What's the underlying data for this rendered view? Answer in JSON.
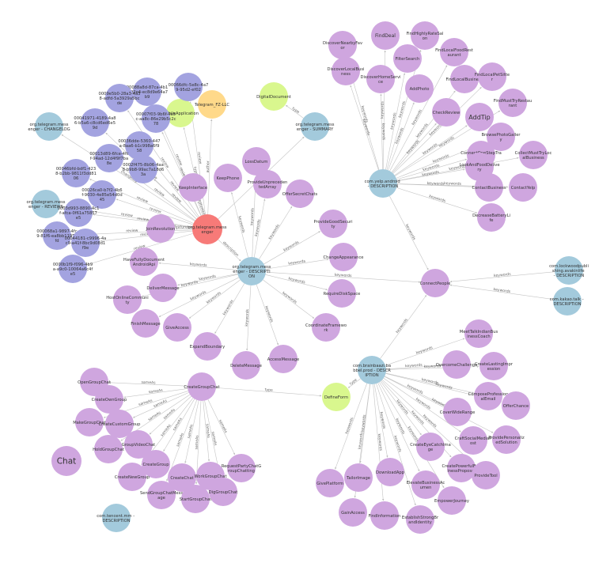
{
  "colors": {
    "entity": "#cfa6df",
    "hub": "#a3cadc",
    "center": "#f77a78",
    "document": "#d9f78e",
    "source": "#ffd98a",
    "hash": "#a3a3e0",
    "edge": "#c4c4c4",
    "edge_label": "#666666"
  },
  "nodes": [
    {
      "id": "tg",
      "label": "org.telegram.messenger",
      "type": "center"
    },
    {
      "id": "tgdesc",
      "label": "org.telegram.messenger - DESCRIPTION",
      "type": "hub"
    },
    {
      "id": "tgsum",
      "label": "org.telegram.messenger - SUMMARY",
      "type": "hub"
    },
    {
      "id": "tgchg",
      "label": "org.telegram.messenger - CHANGELOG",
      "type": "hub"
    },
    {
      "id": "tgrev",
      "label": "org.telegram.messenger - REVIEWS",
      "type": "hub"
    },
    {
      "id": "digdoc",
      "label": "DigitalDocument",
      "type": "document"
    },
    {
      "id": "mobapp",
      "label": "MobileApplication",
      "type": "document"
    },
    {
      "id": "tgfz",
      "label": "Telegram_FZ-LLC",
      "type": "source"
    },
    {
      "id": "h1",
      "label": "00088a8d-87ca-4b1e-92e4-ec8d9e64a7b9",
      "type": "hash"
    },
    {
      "id": "h2",
      "label": "00066dfc-5e8c-4a79-95d2-ef02",
      "type": "hash"
    },
    {
      "id": "h3",
      "label": "0009e5b0-28a3-4a38-adfd-5a3929a5bcde",
      "type": "hash"
    },
    {
      "id": "h4",
      "label": "00007f03-9b6f-4a3c-aa8c-86e29b5c2c78",
      "type": "hash"
    },
    {
      "id": "h5",
      "label": "00041971-4189-4a86-b5a6-c8cd6ed6e59d",
      "type": "hash"
    },
    {
      "id": "h6",
      "label": "00036dde-5360-447a-8aa6-b1c998a6f958",
      "type": "hash"
    },
    {
      "id": "h7",
      "label": "00013d89-6fce-4fcf-94ad-12d4f9f7ba8e",
      "type": "hash"
    },
    {
      "id": "h8",
      "label": "0002f475-8b06-4aa8-b9b8-99ac7a18d63a",
      "type": "hash"
    },
    {
      "id": "h9",
      "label": "00046bfd-bdf1-4238-b2bb-9811f3dd8106",
      "type": "hash"
    },
    {
      "id": "h10",
      "label": "00026ca0-b7f2-4b6f-9030-4e85e54d0d45",
      "type": "hash"
    },
    {
      "id": "h11",
      "label": "0003d993-8890-4c1f-afca-0f61a75857e5",
      "type": "hash"
    },
    {
      "id": "h12",
      "label": "000068a1-9897-4fc9-81f6-ea8bb11970fd",
      "type": "hash"
    },
    {
      "id": "h13",
      "label": "00044181-c9996-4ac9-a41f-8bc9d08d1f9e",
      "type": "hash"
    },
    {
      "id": "h14",
      "label": "0000b1f9-f096-4b9a-a9c0-10064a6c4fe5",
      "type": "hash"
    },
    {
      "id": "joinrev",
      "label": "JoinRevolution",
      "type": "entity"
    },
    {
      "id": "keepint",
      "label": "KeepInterface",
      "type": "entity"
    },
    {
      "id": "keepphone",
      "label": "KeepPhone",
      "type": "entity"
    },
    {
      "id": "lossdatum",
      "label": "LossDatum",
      "type": "entity"
    },
    {
      "id": "provarray",
      "label": "ProvideUnprecedentedArray",
      "type": "entity"
    },
    {
      "id": "offersecret",
      "label": "OfferSecretChats",
      "type": "entity"
    },
    {
      "id": "provgood",
      "label": "ProvideGoodSecurity",
      "type": "entity"
    },
    {
      "id": "changeapp",
      "label": "ChangeAppearance",
      "type": "entity"
    },
    {
      "id": "reqdisk",
      "label": "RequireDiskSpace",
      "type": "entity"
    },
    {
      "id": "coordframe",
      "label": "CoordinateFramework",
      "type": "entity"
    },
    {
      "id": "accessmsg",
      "label": "AccessMessage",
      "type": "entity"
    },
    {
      "id": "deletemsg",
      "label": "DeleteMessage",
      "type": "entity"
    },
    {
      "id": "expandbound",
      "label": "ExpandBoundary",
      "type": "entity"
    },
    {
      "id": "giveaccess",
      "label": "GiveAccess",
      "type": "entity"
    },
    {
      "id": "finishmsg",
      "label": "FinishMessage",
      "type": "entity"
    },
    {
      "id": "hostcomm",
      "label": "HostOnlineCommunity",
      "type": "entity"
    },
    {
      "id": "delivermsg",
      "label": "DeliverMessage",
      "type": "entity"
    },
    {
      "id": "havefully",
      "label": "HaveFullyDocumentAndroidApi",
      "type": "entity"
    },
    {
      "id": "yelp",
      "label": "com.yelp.android - DESCRIPTION",
      "type": "hub"
    },
    {
      "id": "findneighbor",
      "label": "DiscoverNearbyFavor",
      "type": "entity"
    },
    {
      "id": "finddeal",
      "label": "FindDeal",
      "type": "entity"
    },
    {
      "id": "findhigh",
      "label": "FindHighlyRateSalon",
      "type": "entity"
    },
    {
      "id": "findlocal1",
      "label": "FindLocalFoodRestaurant",
      "type": "entity"
    },
    {
      "id": "discoverlocal",
      "label": "DiscoverLocalBusiness",
      "type": "entity"
    },
    {
      "id": "filtersearch",
      "label": "FilterSearch",
      "type": "entity"
    },
    {
      "id": "discoverhome",
      "label": "DiscoverHomeService",
      "type": "entity"
    },
    {
      "id": "addphoto",
      "label": "AddPhoto",
      "type": "entity"
    },
    {
      "id": "findlocalbiz",
      "label": "FindLocalBusiness",
      "type": "entity"
    },
    {
      "id": "findlocalbet",
      "label": "FindLocalPetSitter",
      "type": "entity"
    },
    {
      "id": "checkreview",
      "label": "CheckReview",
      "type": "entity"
    },
    {
      "id": "addtip",
      "label": "AddTip",
      "type": "entity"
    },
    {
      "id": "findmust",
      "label": "FindMustTryRestaurant",
      "type": "entity"
    },
    {
      "id": "browsephoto",
      "label": "BrowsePhotoGallery",
      "type": "entity"
    },
    {
      "id": "connectone",
      "label": "ConnectOneStepTravel",
      "type": "entity"
    },
    {
      "id": "collectmust",
      "label": "CollectMustTryLocalBusiness",
      "type": "entity"
    },
    {
      "id": "lookdelivery",
      "label": "LookAndFoodDelivery",
      "type": "entity"
    },
    {
      "id": "contactbiz",
      "label": "ContactBusiness",
      "type": "entity"
    },
    {
      "id": "contactyelp",
      "label": "ContactYelp",
      "type": "entity"
    },
    {
      "id": "decbattery",
      "label": "DecreaseBatteryLife",
      "type": "entity"
    },
    {
      "id": "connectpeople",
      "label": "ConnectPeople",
      "type": "entity"
    },
    {
      "id": "lockwood",
      "label": "com.lockwoodpublishing.avakinlife - DESCRIPTION",
      "type": "hub"
    },
    {
      "id": "kakao",
      "label": "com.kakao.talk - DESCRIPTION",
      "type": "hub"
    },
    {
      "id": "babbel",
      "label": "com.brainbaazi.babbel.prod - DESCRIPTION",
      "type": "hub"
    },
    {
      "id": "defineform",
      "label": "DefineForm",
      "type": "document"
    },
    {
      "id": "meetcoach",
      "label": "MeetTalkIndianBusinessCoach",
      "type": "entity"
    },
    {
      "id": "overcomechal",
      "label": "OvercomeChallenge",
      "type": "entity"
    },
    {
      "id": "createlasting",
      "label": "CreateLastingImpression",
      "type": "entity"
    },
    {
      "id": "composeemail",
      "label": "ComposeProfessionalEmail",
      "type": "entity"
    },
    {
      "id": "coverwide",
      "label": "CoverWideRange",
      "type": "entity"
    },
    {
      "id": "offerchance",
      "label": "OfferChance",
      "type": "entity"
    },
    {
      "id": "craftsocial",
      "label": "CraftSocialMediaPost",
      "type": "entity"
    },
    {
      "id": "providesol",
      "label": "ProvidePersonalizedSolution",
      "type": "entity"
    },
    {
      "id": "createeye",
      "label": "CreateEyeCatchImage",
      "type": "entity"
    },
    {
      "id": "createpower",
      "label": "CreatePowerfulBusinessProposal",
      "type": "entity"
    },
    {
      "id": "providetool",
      "label": "ProvideTool",
      "type": "entity"
    },
    {
      "id": "downloadapp",
      "label": "DownloadApp",
      "type": "entity"
    },
    {
      "id": "elevatebiz",
      "label": "ElevateBusinessAcumen",
      "type": "entity"
    },
    {
      "id": "empower",
      "label": "EmpowerJourney",
      "type": "entity"
    },
    {
      "id": "establish",
      "label": "EstablishStrongBrandIdentity",
      "type": "entity"
    },
    {
      "id": "findinfo",
      "label": "FindInformation",
      "type": "entity"
    },
    {
      "id": "gainaccess",
      "label": "GainAccess",
      "type": "entity"
    },
    {
      "id": "tailorimage",
      "label": "TailorImage",
      "type": "entity"
    },
    {
      "id": "giveplatform",
      "label": "GivePlatform",
      "type": "entity"
    },
    {
      "id": "creategroup",
      "label": "CreateGroupChat",
      "type": "entity"
    },
    {
      "id": "opengroup",
      "label": "OpenGroupChat",
      "type": "entity"
    },
    {
      "id": "createown",
      "label": "CreateOwnGroup",
      "type": "entity"
    },
    {
      "id": "makegroup",
      "label": "MakeGroupChat",
      "type": "entity"
    },
    {
      "id": "createcustom",
      "label": "CreateCustomGroup",
      "type": "entity"
    },
    {
      "id": "holdgroup",
      "label": "HoldGroupChat",
      "type": "entity"
    },
    {
      "id": "chat",
      "label": "Chat",
      "type": "entity"
    },
    {
      "id": "groupvideo",
      "label": "GroupVideoChat",
      "type": "entity"
    },
    {
      "id": "creategroup2",
      "label": "CreateGroup",
      "type": "entity"
    },
    {
      "id": "createnew",
      "label": "CreateNewGroup",
      "type": "entity"
    },
    {
      "id": "createchat",
      "label": "CreateChat",
      "type": "entity"
    },
    {
      "id": "sendgroup",
      "label": "SendGroupChatMessage",
      "type": "entity"
    },
    {
      "id": "startgroup",
      "label": "StartGroupChat",
      "type": "entity"
    },
    {
      "id": "workgroup",
      "label": "WorkGroupChat",
      "type": "entity"
    },
    {
      "id": "requestparty",
      "label": "RequestPartyChatGroupChatting",
      "type": "entity"
    },
    {
      "id": "diggroup",
      "label": "DigGroupChat",
      "type": "entity"
    },
    {
      "id": "tencent",
      "label": "com.tencent.mm - DESCRIPTION",
      "type": "hub"
    }
  ],
  "edges": [
    [
      "tg",
      "tgdesc",
      "description"
    ],
    [
      "tg",
      "tgsum",
      "summary"
    ],
    [
      "tg",
      "tgchg",
      "changelog"
    ],
    [
      "tg",
      "tgrev",
      "review"
    ],
    [
      "tg",
      "mobapp",
      "type"
    ],
    [
      "tg",
      "tgfz",
      "author"
    ],
    [
      "tgsum",
      "digdoc",
      "type"
    ],
    [
      "tg",
      "h1",
      "review"
    ],
    [
      "tg",
      "h2",
      "review"
    ],
    [
      "tg",
      "h3",
      "review"
    ],
    [
      "tg",
      "h4",
      "review"
    ],
    [
      "tg",
      "h5",
      "review"
    ],
    [
      "tg",
      "h6",
      "review"
    ],
    [
      "tg",
      "h7",
      "review"
    ],
    [
      "tg",
      "h8",
      "review"
    ],
    [
      "tg",
      "h9",
      "review"
    ],
    [
      "tg",
      "h10",
      "review"
    ],
    [
      "tg",
      "h11",
      "review"
    ],
    [
      "tg",
      "h12",
      "review"
    ],
    [
      "tg",
      "h13",
      "review"
    ],
    [
      "tg",
      "h14",
      "review"
    ],
    [
      "tg",
      "joinrev",
      "featureList"
    ],
    [
      "tg",
      "keepint",
      "featureList"
    ],
    [
      "tgdesc",
      "keepphone",
      "keywords"
    ],
    [
      "tgdesc",
      "lossdatum",
      "keywords"
    ],
    [
      "tgdesc",
      "provarray",
      "keywords"
    ],
    [
      "tgdesc",
      "offersecret",
      "keywords"
    ],
    [
      "tgdesc",
      "provgood",
      "keywords"
    ],
    [
      "tgdesc",
      "changeapp",
      "keywords"
    ],
    [
      "tgdesc",
      "reqdisk",
      "keywords"
    ],
    [
      "tgdesc",
      "coordframe",
      "keywords"
    ],
    [
      "tgdesc",
      "accessmsg",
      "keywords"
    ],
    [
      "tgdesc",
      "deletemsg",
      "keywords"
    ],
    [
      "tgdesc",
      "expandbound",
      "keywords"
    ],
    [
      "tgdesc",
      "giveaccess",
      "keywords"
    ],
    [
      "tgdesc",
      "finishmsg",
      "keywords"
    ],
    [
      "tgdesc",
      "hostcomm",
      "keywords"
    ],
    [
      "tgdesc",
      "delivermsg",
      "keywords"
    ],
    [
      "tgdesc",
      "havefully",
      "keywords"
    ],
    [
      "tgdesc",
      "connectpeople",
      "keywords"
    ],
    [
      "yelp",
      "findneighbor",
      "keywords"
    ],
    [
      "yelp",
      "finddeal",
      "keywords"
    ],
    [
      "yelp",
      "findhigh",
      "keywords"
    ],
    [
      "yelp",
      "findlocal1",
      "keywords"
    ],
    [
      "yelp",
      "discoverlocal",
      "keywords"
    ],
    [
      "yelp",
      "filtersearch",
      "keywords"
    ],
    [
      "yelp",
      "discoverhome",
      "keywords"
    ],
    [
      "yelp",
      "addphoto",
      "keywords"
    ],
    [
      "yelp",
      "findlocalbiz",
      "keywords"
    ],
    [
      "yelp",
      "findlocalbet",
      "keywords"
    ],
    [
      "yelp",
      "checkreview",
      "keywords"
    ],
    [
      "yelp",
      "addtip",
      "keywords"
    ],
    [
      "yelp",
      "findmust",
      "keywords"
    ],
    [
      "yelp",
      "browsephoto",
      "keywords"
    ],
    [
      "yelp",
      "connectone",
      "keywords"
    ],
    [
      "yelp",
      "collectmust",
      "keywords"
    ],
    [
      "yelp",
      "lookdelivery",
      "keywords"
    ],
    [
      "yelp",
      "contactbiz",
      "keywords"
    ],
    [
      "yelp",
      "contactyelp",
      "keywords"
    ],
    [
      "yelp",
      "decbattery",
      "keywords"
    ],
    [
      "yelp",
      "connectpeople",
      "keywords"
    ],
    [
      "lockwood",
      "connectpeople",
      "keywords"
    ],
    [
      "kakao",
      "connectpeople",
      "keywords"
    ],
    [
      "babbel",
      "connectpeople",
      "keywords"
    ],
    [
      "babbel",
      "defineform",
      "type"
    ],
    [
      "creategroup",
      "defineform",
      "type"
    ],
    [
      "babbel",
      "meetcoach",
      "keywords"
    ],
    [
      "babbel",
      "overcomechal",
      "keywords"
    ],
    [
      "babbel",
      "createlasting",
      "keywords"
    ],
    [
      "babbel",
      "composeemail",
      "keywords"
    ],
    [
      "babbel",
      "coverwide",
      "keywords"
    ],
    [
      "babbel",
      "offerchance",
      "keywords"
    ],
    [
      "babbel",
      "craftsocial",
      "keywords"
    ],
    [
      "babbel",
      "providesol",
      "keywords"
    ],
    [
      "babbel",
      "createeye",
      "keywords"
    ],
    [
      "babbel",
      "createpower",
      "keywords"
    ],
    [
      "babbel",
      "providetool",
      "keywords"
    ],
    [
      "babbel",
      "downloadapp",
      "keywords"
    ],
    [
      "babbel",
      "elevatebiz",
      "keywords"
    ],
    [
      "babbel",
      "empower",
      "keywords"
    ],
    [
      "babbel",
      "establish",
      "keywords"
    ],
    [
      "babbel",
      "findinfo",
      "keywords"
    ],
    [
      "babbel",
      "gainaccess",
      "keywords"
    ],
    [
      "babbel",
      "tailorimage",
      "keywords"
    ],
    [
      "babbel",
      "giveplatform",
      "keywords"
    ],
    [
      "creategroup",
      "opengroup",
      "sameAs"
    ],
    [
      "creategroup",
      "createown",
      "sameAs"
    ],
    [
      "creategroup",
      "makegroup",
      "sameAs"
    ],
    [
      "creategroup",
      "createcustom",
      "sameAs"
    ],
    [
      "creategroup",
      "holdgroup",
      "sameAs"
    ],
    [
      "creategroup",
      "groupvideo",
      "sameAs"
    ],
    [
      "creategroup",
      "creategroup2",
      "sameAs"
    ],
    [
      "creategroup",
      "createnew",
      "sameAs"
    ],
    [
      "creategroup",
      "createchat",
      "sameAs"
    ],
    [
      "creategroup",
      "sendgroup",
      "sameAs"
    ],
    [
      "creategroup",
      "startgroup",
      "sameAs"
    ],
    [
      "creategroup",
      "workgroup",
      "sameAs"
    ],
    [
      "creategroup",
      "requestparty",
      "sameAs"
    ],
    [
      "creategroup",
      "diggroup",
      "sameAs"
    ]
  ]
}
